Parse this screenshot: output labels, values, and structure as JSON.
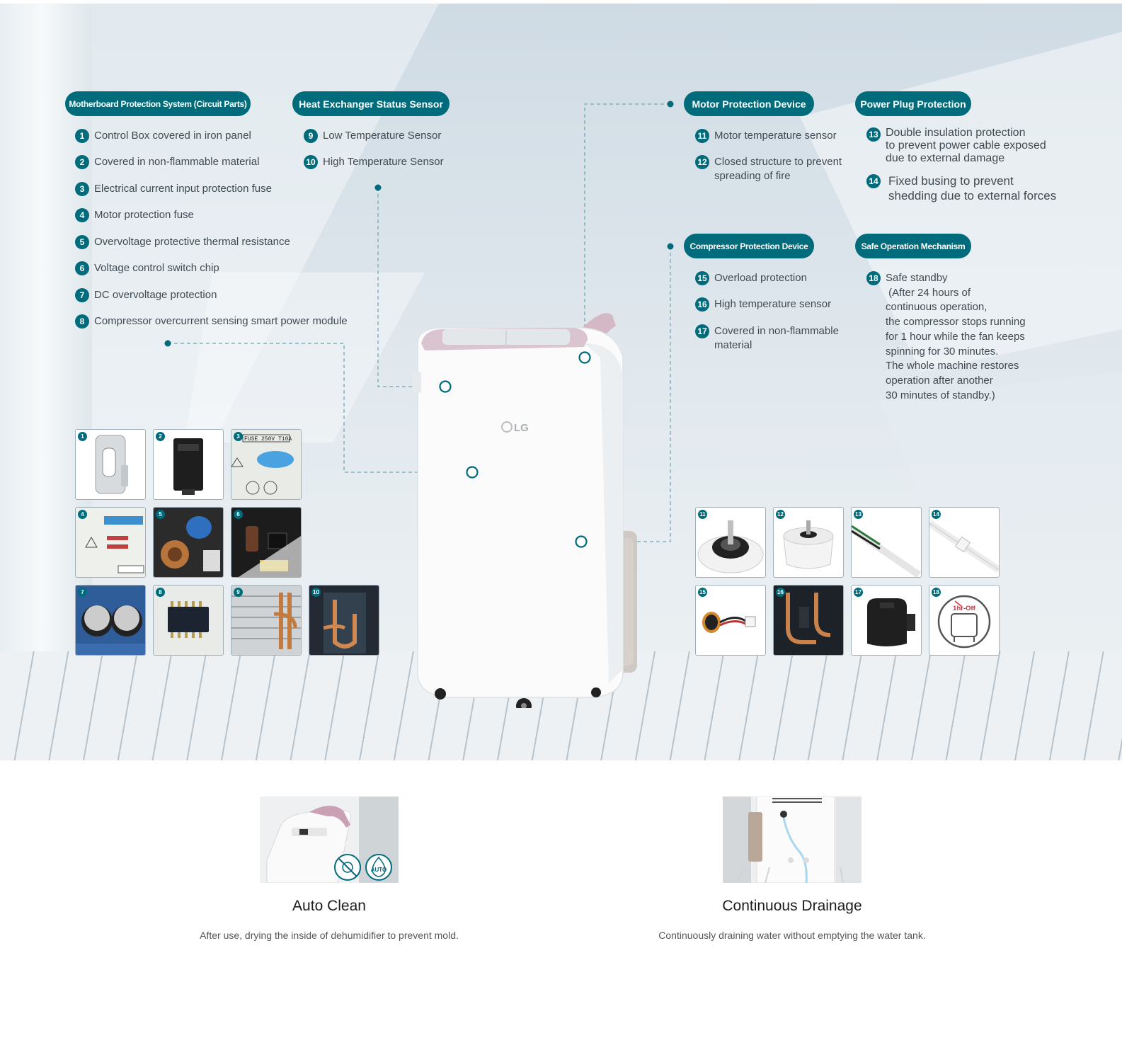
{
  "badges": {
    "motherboard": "Motherboard Protection System (Circuit Parts)",
    "heat_exchanger": "Heat Exchanger Status Sensor",
    "motor": "Motor Protection Device",
    "power_plug": "Power Plug Protection",
    "compressor": "Compressor Protection Device",
    "safe_operation": "Safe Operation Mechanism"
  },
  "items": {
    "i1": {
      "num": "1",
      "text": "Control Box covered in iron panel"
    },
    "i2": {
      "num": "2",
      "text": "Covered in non-flammable material"
    },
    "i3": {
      "num": "3",
      "text": "Electrical current input protection fuse"
    },
    "i4": {
      "num": "4",
      "text": "Motor protection fuse"
    },
    "i5": {
      "num": "5",
      "text": "Overvoltage protective thermal resistance"
    },
    "i6": {
      "num": "6",
      "text": "Voltage control switch chip"
    },
    "i7": {
      "num": "7",
      "text": "DC overvoltage protection"
    },
    "i8": {
      "num": "8",
      "text": "Compressor overcurrent sensing smart power module"
    },
    "i9": {
      "num": "9",
      "text": "Low Temperature Sensor"
    },
    "i10": {
      "num": "10",
      "text": "High Temperature Sensor"
    },
    "i11": {
      "num": "11",
      "text": "Motor temperature sensor"
    },
    "i12": {
      "num": "12",
      "lines": [
        "Closed structure to prevent",
        "spreading of fire"
      ]
    },
    "i13": {
      "num": "13",
      "lines": [
        "Double insulation protection",
        "to prevent power cable exposed",
        "due to external damage"
      ]
    },
    "i14": {
      "num": "14",
      "lines": [
        "Fixed busing to prevent",
        "shedding due to external forces"
      ]
    },
    "i15": {
      "num": "15",
      "text": "Overload protection"
    },
    "i16": {
      "num": "16",
      "text": "High temperature sensor"
    },
    "i17": {
      "num": "17",
      "lines": [
        "Covered in non-flammable",
        "material"
      ]
    },
    "i18": {
      "num": "18",
      "lines": [
        "Safe standby",
        " (After 24 hours of",
        "continuous operation,",
        "the compressor stops running",
        "for 1 hour while the fan keeps",
        "spinning for 30 minutes.",
        "The whole machine restores",
        "operation after another",
        "30 minutes of standby.)"
      ]
    }
  },
  "thumbs": [
    "1",
    "2",
    "3",
    "4",
    "5",
    "6",
    "7",
    "8",
    "9",
    "10",
    "11",
    "12",
    "13",
    "14",
    "15",
    "16",
    "17",
    "18"
  ],
  "thumb_text": {
    "fuse_label": "FUSE 250V T10A",
    "standby_label": "1hr-Off"
  },
  "product": {
    "brand": "LG"
  },
  "features": [
    {
      "title": "Auto Clean",
      "desc": "After use, drying the inside of dehumidifier to prevent mold.",
      "badge": "AUTO"
    },
    {
      "title": "Continuous Drainage",
      "desc": "Continuously draining water without emptying the water tank."
    }
  ],
  "colors": {
    "accent": "#006b7b",
    "connector": "#7fb3bc"
  },
  "icons": [
    "anti-bacteria-icon",
    "auto-icon",
    "standby-timer-icon"
  ]
}
